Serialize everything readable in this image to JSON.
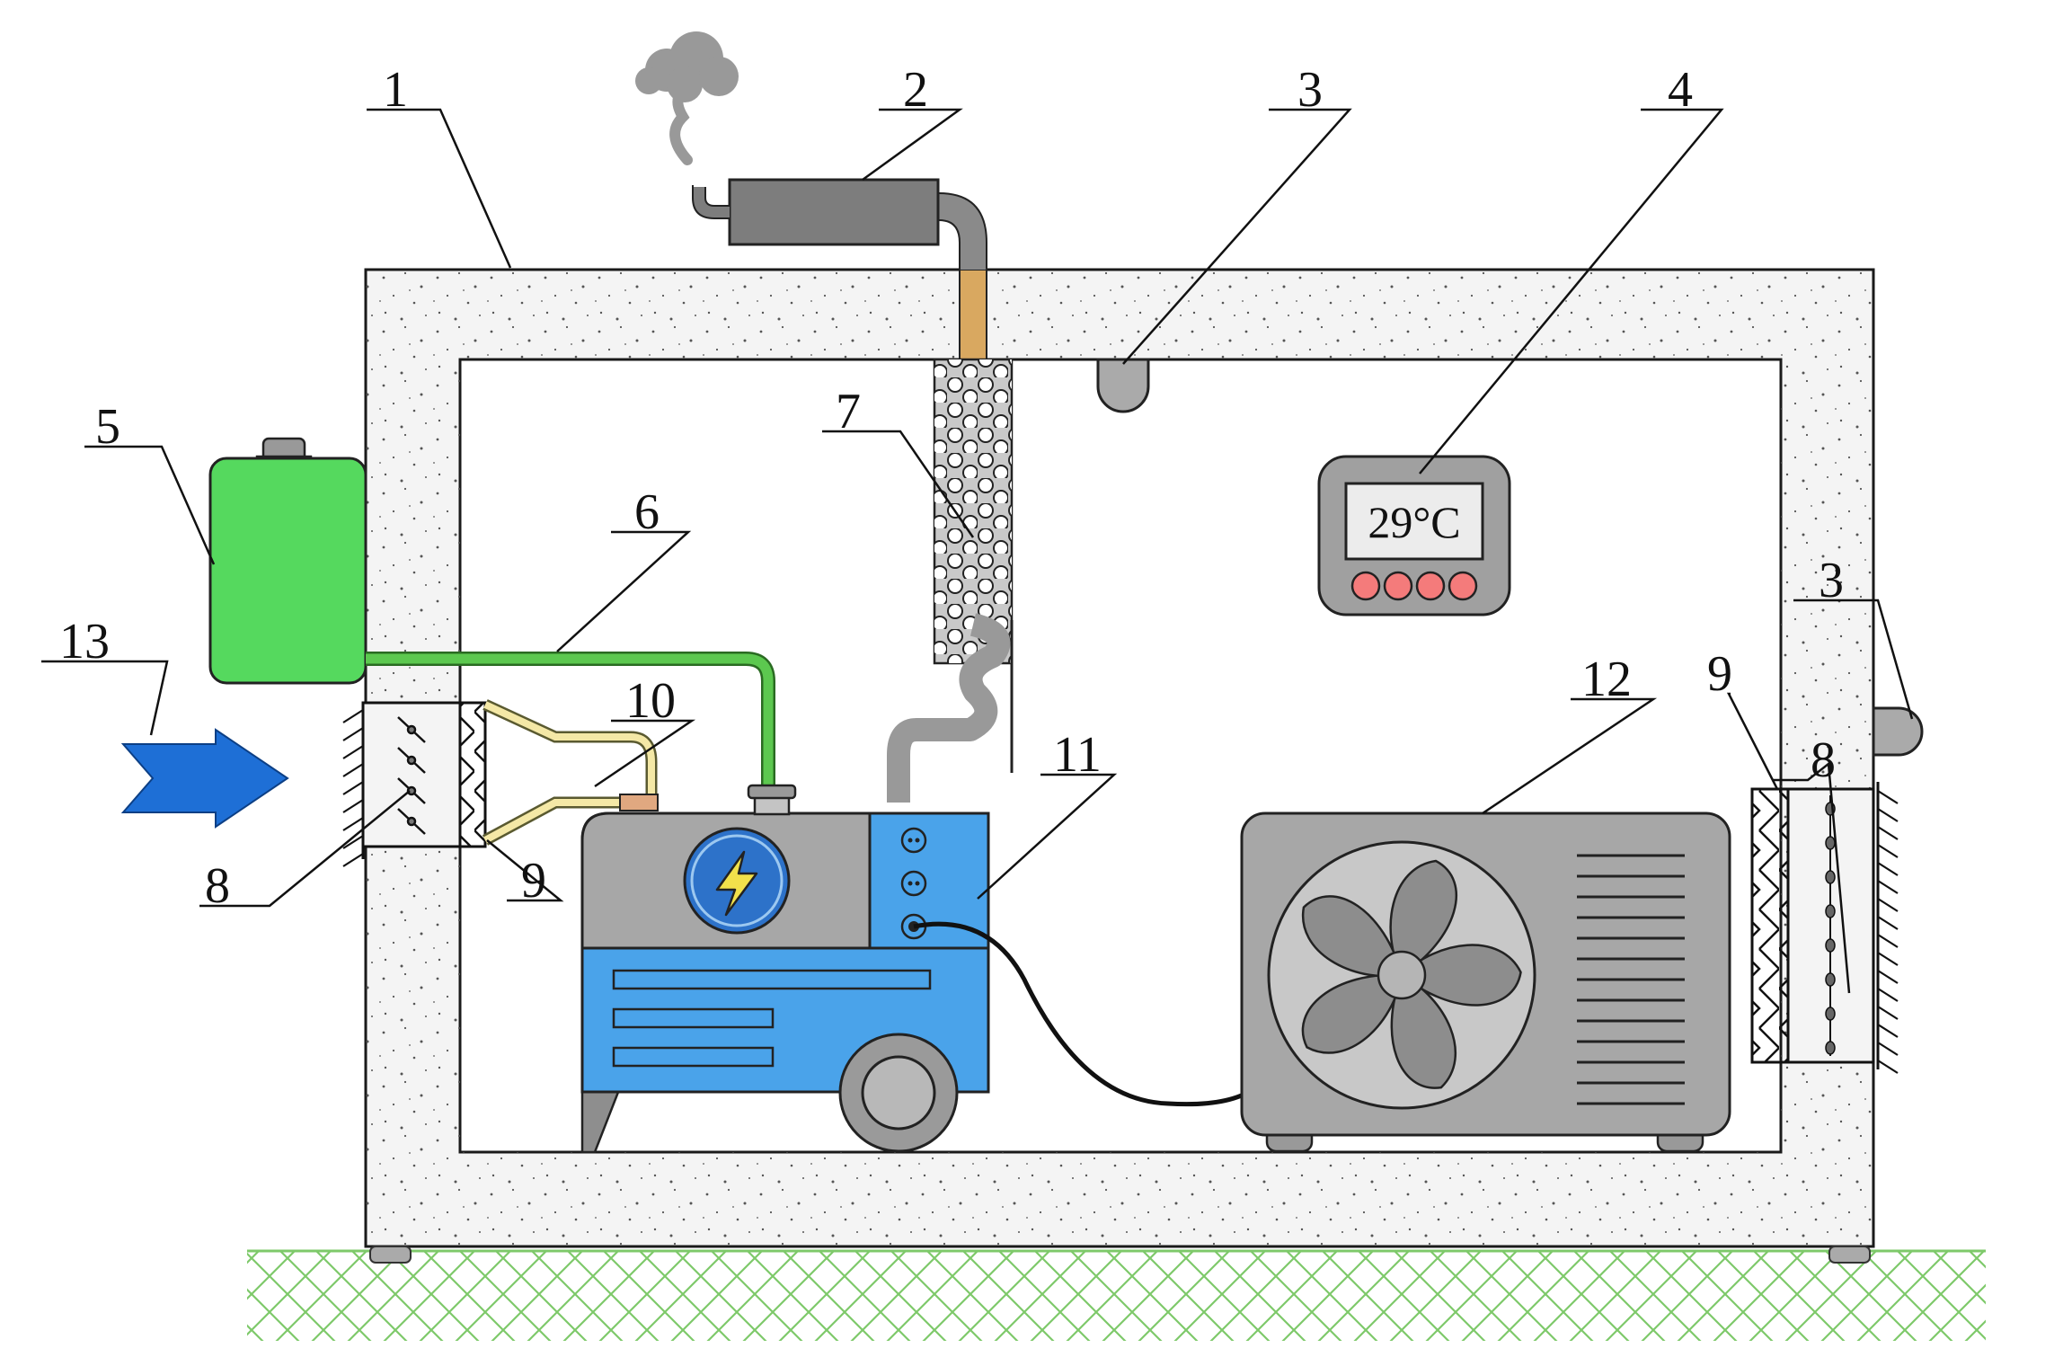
{
  "diagram": {
    "callouts": {
      "c1": "1",
      "c2": "2",
      "c3_ceiling": "3",
      "c3_exterior": "3",
      "c4": "4",
      "c5": "5",
      "c6": "6",
      "c7": "7",
      "c8_left": "8",
      "c8_right": "8",
      "c9_left": "9",
      "c9_right": "9",
      "c10": "10",
      "c11": "11",
      "c12": "12",
      "c13": "13"
    },
    "thermostat": {
      "display": "29°C",
      "button_count": 4
    },
    "colors": {
      "wall_fill": "#f4f4f4",
      "ground": "#7ec96a",
      "fuel_tank": "#55d95e",
      "fuel_line": "#5cc84f",
      "generator_blue": "#4aa3ea",
      "generator_gray": "#a7a7a7",
      "airflow_arrow": "#1e6fd6",
      "heat_pipe": "#d9a860",
      "thermostat_buttons": "#f47b7b"
    },
    "icons": {
      "generator_badge": "lightning-bolt-icon",
      "condenser_fan": "fan-icon",
      "exhaust_smoke": "smoke-icon"
    }
  }
}
